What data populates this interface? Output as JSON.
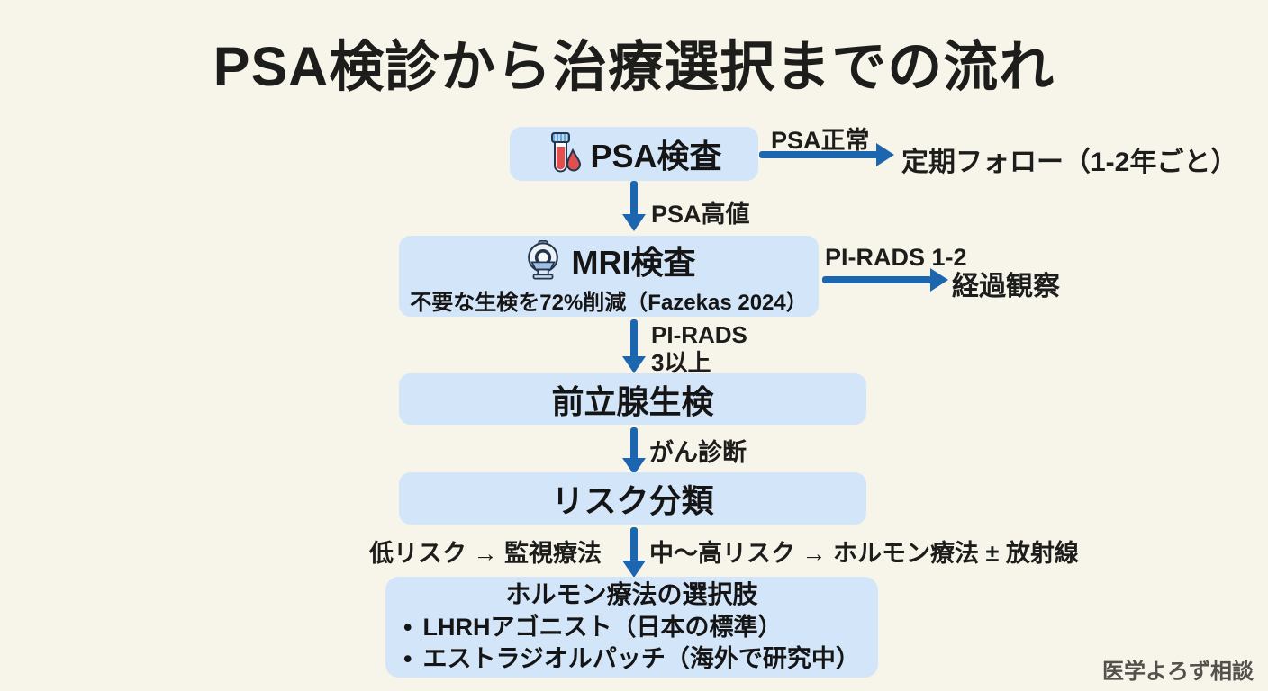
{
  "title": "PSA検診から治療選択までの流れ",
  "watermark": "医学よろず相談",
  "colors": {
    "background": "#f7f4ea",
    "box_fill": "#d3e5f8",
    "arrow": "#1b66ae",
    "text": "#1d1d1b",
    "watermark_text": "#53514b"
  },
  "flow": {
    "psa": {
      "label": "PSA検査",
      "icon": "blood-sample-tube-icon"
    },
    "psa_normal_branch": {
      "condition": "PSA正常",
      "outcome": "定期フォロー（1-2年ごと）"
    },
    "psa_high_branch": {
      "condition": "PSA高値"
    },
    "mri": {
      "label": "MRI検査",
      "icon": "mri-scanner-icon",
      "note": "不要な生検を72%削減（Fazekas 2024）"
    },
    "pirads_low_branch": {
      "condition": "PI-RADS 1-2",
      "outcome": "経過観察"
    },
    "pirads_high_branch": {
      "condition_line1": "PI-RADS",
      "condition_line2": "3以上"
    },
    "biopsy": {
      "label": "前立腺生検"
    },
    "cancer_branch": {
      "condition": "がん診断"
    },
    "risk": {
      "label": "リスク分類"
    },
    "low_risk_branch": {
      "label": "低リスク → 監視療法"
    },
    "mid_high_risk_branch": {
      "label": "中〜高リスク → ホルモン療法 ± 放射線"
    },
    "hormone": {
      "title": "ホルモン療法の選択肢",
      "bullet": "•",
      "options": [
        "LHRHアゴニスト（日本の標準）",
        "エストラジオルパッチ（海外で研究中）"
      ]
    }
  }
}
